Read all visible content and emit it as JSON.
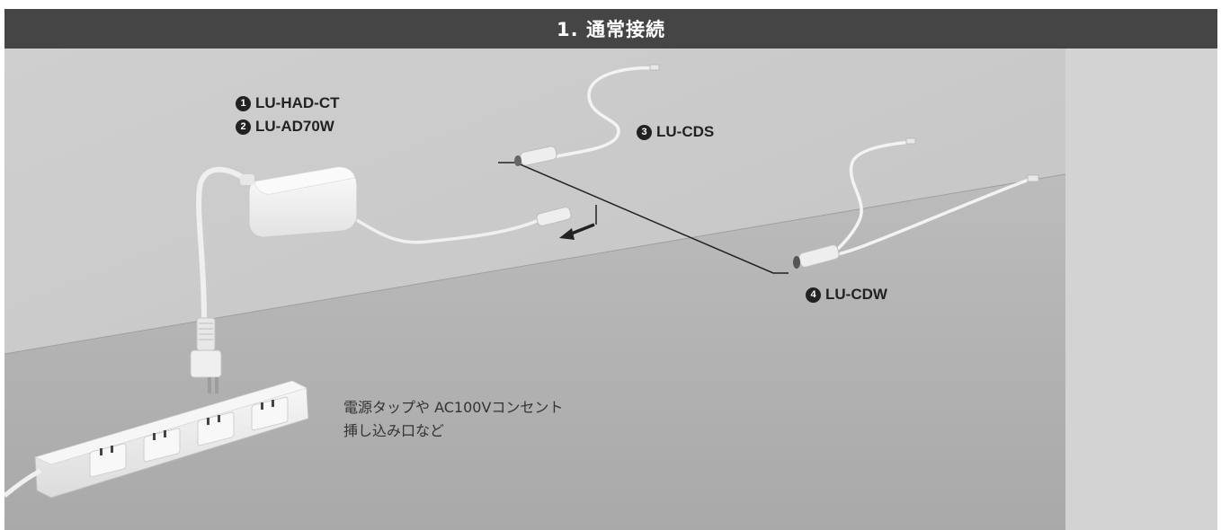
{
  "title": "1. 通常接続",
  "products": [
    {
      "number": "1",
      "model": "LU-HAD-CT"
    },
    {
      "number": "2",
      "model": "LU-AD70W"
    },
    {
      "number": "3",
      "model": "LU-CDS"
    },
    {
      "number": "4",
      "model": "LU-CDW"
    }
  ],
  "note": {
    "line1": "電源タップや AC100Vコンセント",
    "line2": "挿し込み口など"
  },
  "colors": {
    "title_bg": "#454545",
    "title_text": "#ffffff",
    "label_text": "#222222",
    "wall": "#c9c9c9",
    "floor": "#b0b0b0",
    "device": "#f2f2f2"
  }
}
